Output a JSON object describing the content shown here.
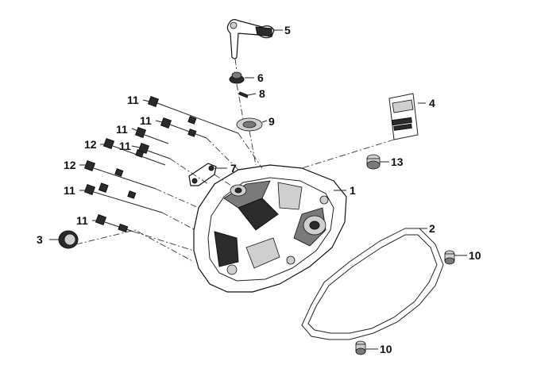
{
  "callouts": {
    "c1": "1",
    "c2": "2",
    "c3": "3",
    "c4": "4",
    "c5": "5",
    "c6": "6",
    "c7": "7",
    "c8": "8",
    "c9": "9",
    "c10a": "10",
    "c10b": "10",
    "c11a": "11",
    "c11b": "11",
    "c11c": "11",
    "c11d": "11",
    "c11e": "11",
    "c11f": "11",
    "c12a": "12",
    "c12b": "12",
    "c13": "13"
  },
  "colors": {
    "line": "#222222",
    "part_fill": "#ffffff",
    "shade_dark": "#2b2b2b",
    "shade_mid": "#7a7a7a",
    "shade_light": "#cfcfcf"
  }
}
